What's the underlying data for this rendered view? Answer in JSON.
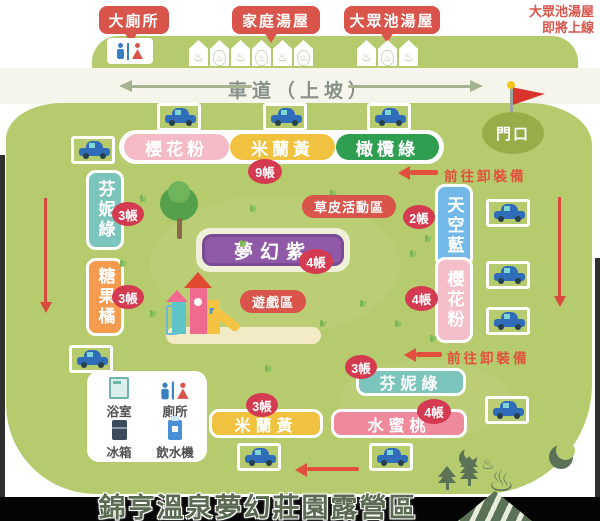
{
  "callouts": {
    "big_toilet": "大廁所",
    "family_bath": "家庭湯屋",
    "public_bath": "大眾池湯屋"
  },
  "notice": {
    "line1": "大眾池湯屋",
    "line2": "即將上線"
  },
  "road_label": "車道（上坡）",
  "entrance_label": "門口",
  "unload_label": "前往卸裝備",
  "grass_area_label": "草皮活動區",
  "play_area_label": "遊戲區",
  "zones": {
    "sakura_top": {
      "label": "櫻花粉",
      "color": "#f4bac6",
      "tents": "9帳"
    },
    "milan_top": {
      "label": "米蘭黃",
      "color": "#f0c23f"
    },
    "olive_top": {
      "label": "橄欖綠",
      "color": "#2f9e50"
    },
    "fenny_left": {
      "label": "芬妮綠",
      "color": "#7cc5bd",
      "tents": "3帳"
    },
    "candy_orange": {
      "label": "糖果橘",
      "color": "#f49b50",
      "tents": "3帳"
    },
    "dream_purple": {
      "label": "夢幻紫",
      "color": "#9059a8",
      "tents": "4帳"
    },
    "sky_blue": {
      "label": "天空藍",
      "color": "#72b8e8",
      "tents": "2帳"
    },
    "sakura_right": {
      "label": "櫻花粉",
      "color": "#f5bfca",
      "tents": "4帳"
    },
    "fenny_bottom": {
      "label": "芬妮綠",
      "color": "#7cc5bd",
      "tents": "3帳"
    },
    "milan_bottom": {
      "label": "米蘭黃",
      "color": "#f0c23f",
      "tents": "3帳"
    },
    "peach": {
      "label": "水蜜桃",
      "color": "#ee8a9b",
      "tents": "4帳"
    }
  },
  "facilities": {
    "bath": "浴室",
    "toilet": "廁所",
    "fridge": "冰箱",
    "water": "飲水機"
  },
  "footer_title": "錦亨溫泉夢幻莊園露營區",
  "colors": {
    "map_green": "#b6cb6e",
    "road_cream": "#f6f5ec",
    "callout_red": "#d9544a",
    "badge_red": "#d43a50",
    "arrow_red": "#e2503d",
    "deco_green": "#5c7257",
    "car_blue": "#2f6db8"
  }
}
